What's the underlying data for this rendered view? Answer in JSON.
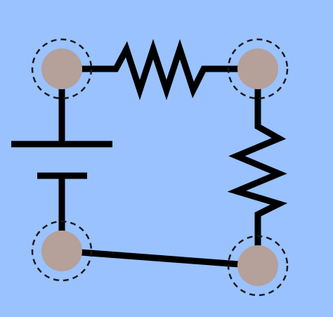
{
  "colors": {
    "background": "#99c2ff",
    "wire": "#000000",
    "node_fill": "#b5a09a",
    "node_ring": "#1a1a1a"
  },
  "components": [
    {
      "id": "resistor-top",
      "type": "resistor",
      "between": [
        "node-top-left",
        "node-top-right"
      ]
    },
    {
      "id": "resistor-right",
      "type": "resistor",
      "between": [
        "node-top-right",
        "node-bottom-right"
      ]
    },
    {
      "id": "battery-left",
      "type": "battery",
      "between": [
        "node-top-left",
        "node-bottom-left"
      ]
    },
    {
      "id": "wire-bottom",
      "type": "wire",
      "between": [
        "node-bottom-left",
        "node-bottom-right"
      ]
    }
  ],
  "nodes": [
    {
      "id": "node-top-left",
      "selectable": true
    },
    {
      "id": "node-top-right",
      "selectable": true
    },
    {
      "id": "node-bottom-left",
      "selectable": true
    },
    {
      "id": "node-bottom-right",
      "selectable": true
    }
  ]
}
